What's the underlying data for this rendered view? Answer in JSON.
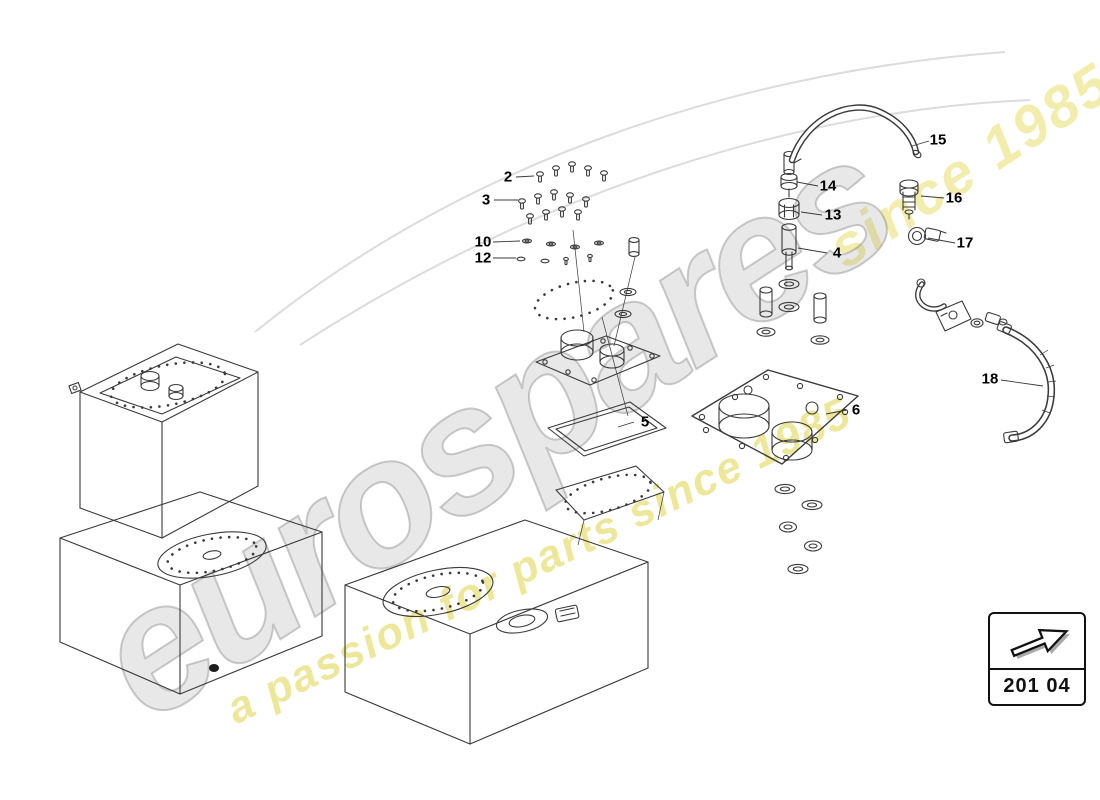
{
  "watermark": {
    "brand": "eurospares",
    "slogan": "a passion for parts since 1985",
    "since": "since 1985"
  },
  "callouts": [
    {
      "label": "2"
    },
    {
      "label": "3"
    },
    {
      "label": "10"
    },
    {
      "label": "12"
    },
    {
      "label": "14"
    },
    {
      "label": "13"
    },
    {
      "label": "4"
    },
    {
      "label": "15"
    },
    {
      "label": "16"
    },
    {
      "label": "17"
    },
    {
      "label": "6"
    },
    {
      "label": "5"
    },
    {
      "label": "18"
    }
  ],
  "stamp": {
    "part_code": "201 04"
  },
  "colors": {
    "line": "#3a3a3a",
    "watermark_gray": "#8c8c8c",
    "watermark_yellow": "#e0d646",
    "stamp_border": "#111111"
  }
}
